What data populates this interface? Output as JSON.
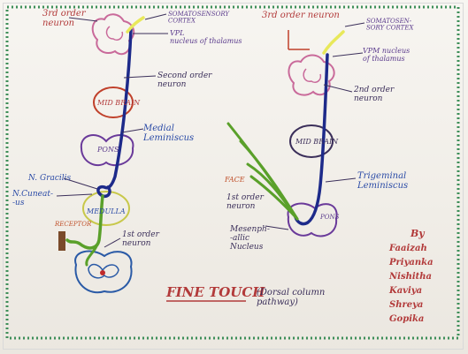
{
  "left_diagram": {
    "third_order_neuron": "3rd order\nneuron",
    "somatosensory_cortex": "SOMATOSENSORY\nCORTEX",
    "vpl_nucleus": "VPL\nnucleus of thalamus",
    "second_order_neuron": "Second order\nneuron",
    "mid_brain": "MID BRAIN",
    "medial_lemniscus": "Medial\nLeminiscus",
    "pons": "PONS",
    "n_gracilis": "N. Gracilis",
    "n_cuneatus": "N.Cuneat-\n-us",
    "medulla": "MEDULLA",
    "receptor": "RECEPTOR",
    "first_order_neuron": "1st order\nneuron"
  },
  "right_diagram": {
    "third_order_neuron": "3rd order neuron",
    "somatosensory_cortex": "SOMATOSEN-\nSORY CORTEX",
    "vpm_nucleus": "VPM nucleus\nof thalamus",
    "second_order_neuron": "2nd order\nneuron",
    "mid_brain": "MID BRAIN",
    "face": "FACE",
    "first_order_neuron": "1st order\nneuron",
    "trigeminal_lemniscus": "Trigeminal\nLeminiscus",
    "pons": "PONS",
    "mesencephalic_nucleus": "Mesenph-\n-allic\nNucleus"
  },
  "title": {
    "main": "FINE TOUCH",
    "sub": "(Dorsal column\npathway)"
  },
  "authors": {
    "by": "By",
    "names": [
      "Faaizah",
      "Priyanka",
      "Nishitha",
      "Kaviya",
      "Shreya",
      "Gopika"
    ]
  },
  "colors": {
    "wool_blue": "#1d2a8a",
    "wool_green": "#5aa02a",
    "wool_yellow": "#e8e85a",
    "border_green": "#3f8f5a"
  }
}
